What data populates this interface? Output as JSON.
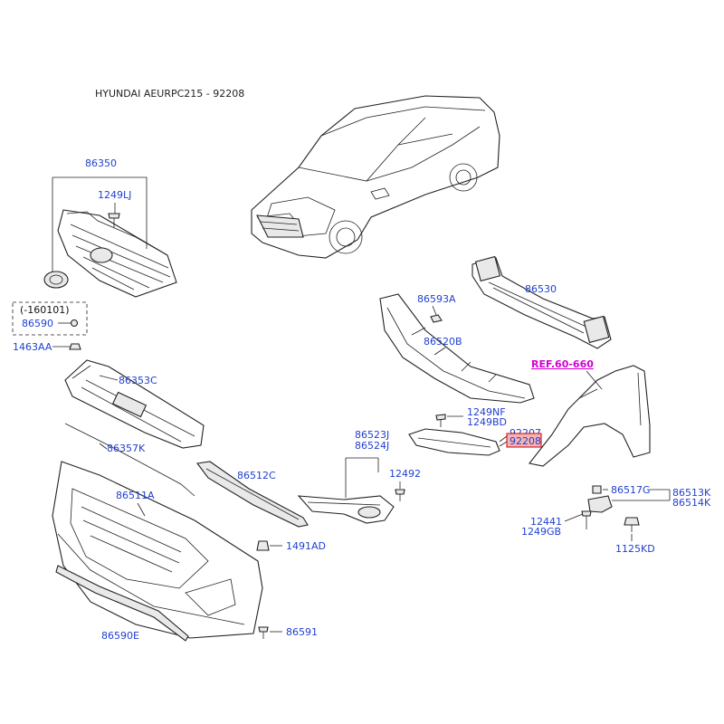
{
  "title": "HYUNDAI AEURPC215 - 92208",
  "colors": {
    "part_number": "#1f3fd1",
    "reference": "#d400d4",
    "highlight_fill": "#f6b3b3",
    "highlight_border": "#d00000"
  },
  "labels": {
    "p86350": "86350",
    "p1249LJ": "1249LJ",
    "date_note": "(-160101)",
    "p86590": "86590",
    "p1463AA": "1463AA",
    "p86353C": "86353C",
    "p86357K": "86357K",
    "p86511A": "86511A",
    "p86512C": "86512C",
    "p86593A": "86593A",
    "p86530": "86530",
    "p86520B": "86520B",
    "ref": "REF.60-660",
    "p1249NF": "1249NF",
    "p1249BD": "1249BD",
    "p92207": "92207",
    "p92208": "92208",
    "p86523J": "86523J",
    "p86524J": "86524J",
    "p12492": "12492",
    "p86517G": "86517G",
    "p86513K": "86513K",
    "p86514K": "86514K",
    "p12441": "12441",
    "p1249GB": "1249GB",
    "p1125KD": "1125KD",
    "p1491AD": "1491AD",
    "p86591": "86591",
    "p86590E": "86590E"
  }
}
